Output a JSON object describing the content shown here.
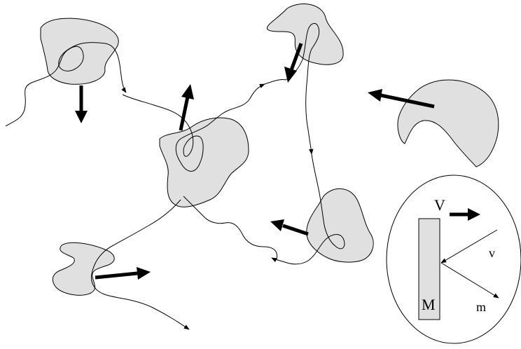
{
  "inset": {
    "label_V": "V",
    "label_v": "v",
    "label_M": "M",
    "label_m": "m"
  }
}
